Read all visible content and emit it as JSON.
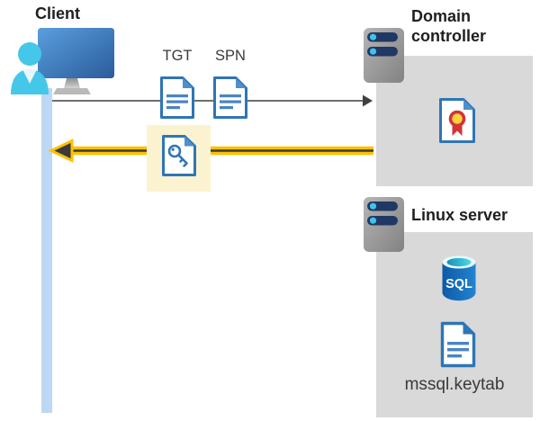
{
  "client": {
    "title": "Client"
  },
  "tickets": {
    "tgt_label": "TGT",
    "spn_label": "SPN"
  },
  "domain_controller": {
    "title": "Domain controller"
  },
  "linux_server": {
    "title": "Linux server",
    "sql_icon_label": "SQL",
    "keytab_label": "mssql.keytab"
  },
  "colors": {
    "accent_yellow": "#ffc000",
    "highlight_yellow": "#fbf3d0",
    "box_gray": "#d9d9d9",
    "icon_blue": "#2e75b6",
    "fold_blue": "#4e8fcc",
    "person_cyan": "#45c7e9",
    "lifeline_blue": "#bdd8f4",
    "arrow_gray": "#595959",
    "arrowhead_dark": "#3a3a3a",
    "cert_red": "#d13438",
    "cert_yellow": "#ffd23b",
    "server_navy": "#1f3864",
    "server_dot_cyan": "#3fc3ea",
    "sql_body_blue": "#0d5aa8"
  }
}
